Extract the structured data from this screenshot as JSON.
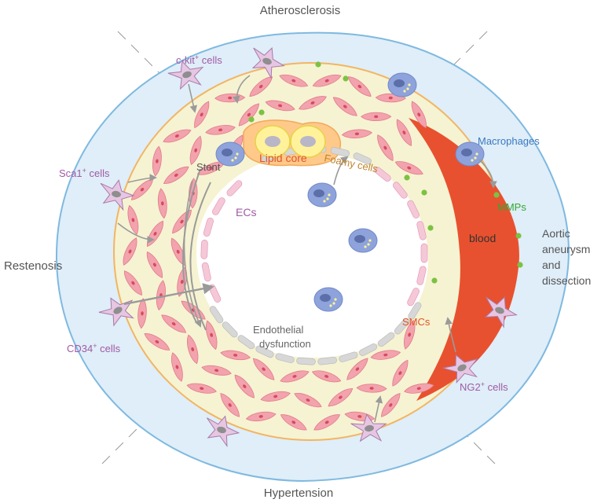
{
  "labels": {
    "atherosclerosis": "Atherosclerosis",
    "restenosis": "Restenosis",
    "hypertension": "Hypertension",
    "aortic_1": "Aortic",
    "aortic_2": "aneurysm",
    "aortic_3": "and",
    "aortic_4": "dissection",
    "ckit": "c-kit",
    "ckit_sup": "+",
    "ckit_suffix": " cells",
    "sca1": "Sca1",
    "sca1_sup": "+",
    "sca1_suffix": " cells",
    "cd34": "CD34",
    "cd34_sup": "+",
    "cd34_suffix": " cells",
    "ng2": "NG2",
    "ng2_sup": "+",
    "ng2_suffix": " cells",
    "stent": "Stent",
    "ecs": "ECs",
    "lipid_core": "Lipid core",
    "foamy_cells": "Foamy cells",
    "macrophages": "Macrophages",
    "mmps": "MMPs",
    "blood": "blood",
    "smcs": "SMCs",
    "endo_1": "Endothelial",
    "endo_2": "dysfunction"
  },
  "colors": {
    "adventitia": "#dfeef8",
    "adventitia_stroke": "#7fb9e0",
    "media": "#f6f3d2",
    "media_stroke": "#f2b563",
    "smc": "#f2a3ad",
    "smc_stroke": "#e27b8a",
    "smc_nucleus": "#d64b5c",
    "macrophage": "#8ea3db",
    "lipid": "#ffc98a",
    "blood": "#e8512f",
    "mmp": "#7cc242",
    "endo": "#d7d7d7",
    "ec_pink": "#f5c8d8",
    "progenitor": "#e6c6e3",
    "purple_text": "#a05aa6",
    "blue_text": "#3b78c2",
    "green_text": "#35a835",
    "orange_text": "#e0552b"
  }
}
